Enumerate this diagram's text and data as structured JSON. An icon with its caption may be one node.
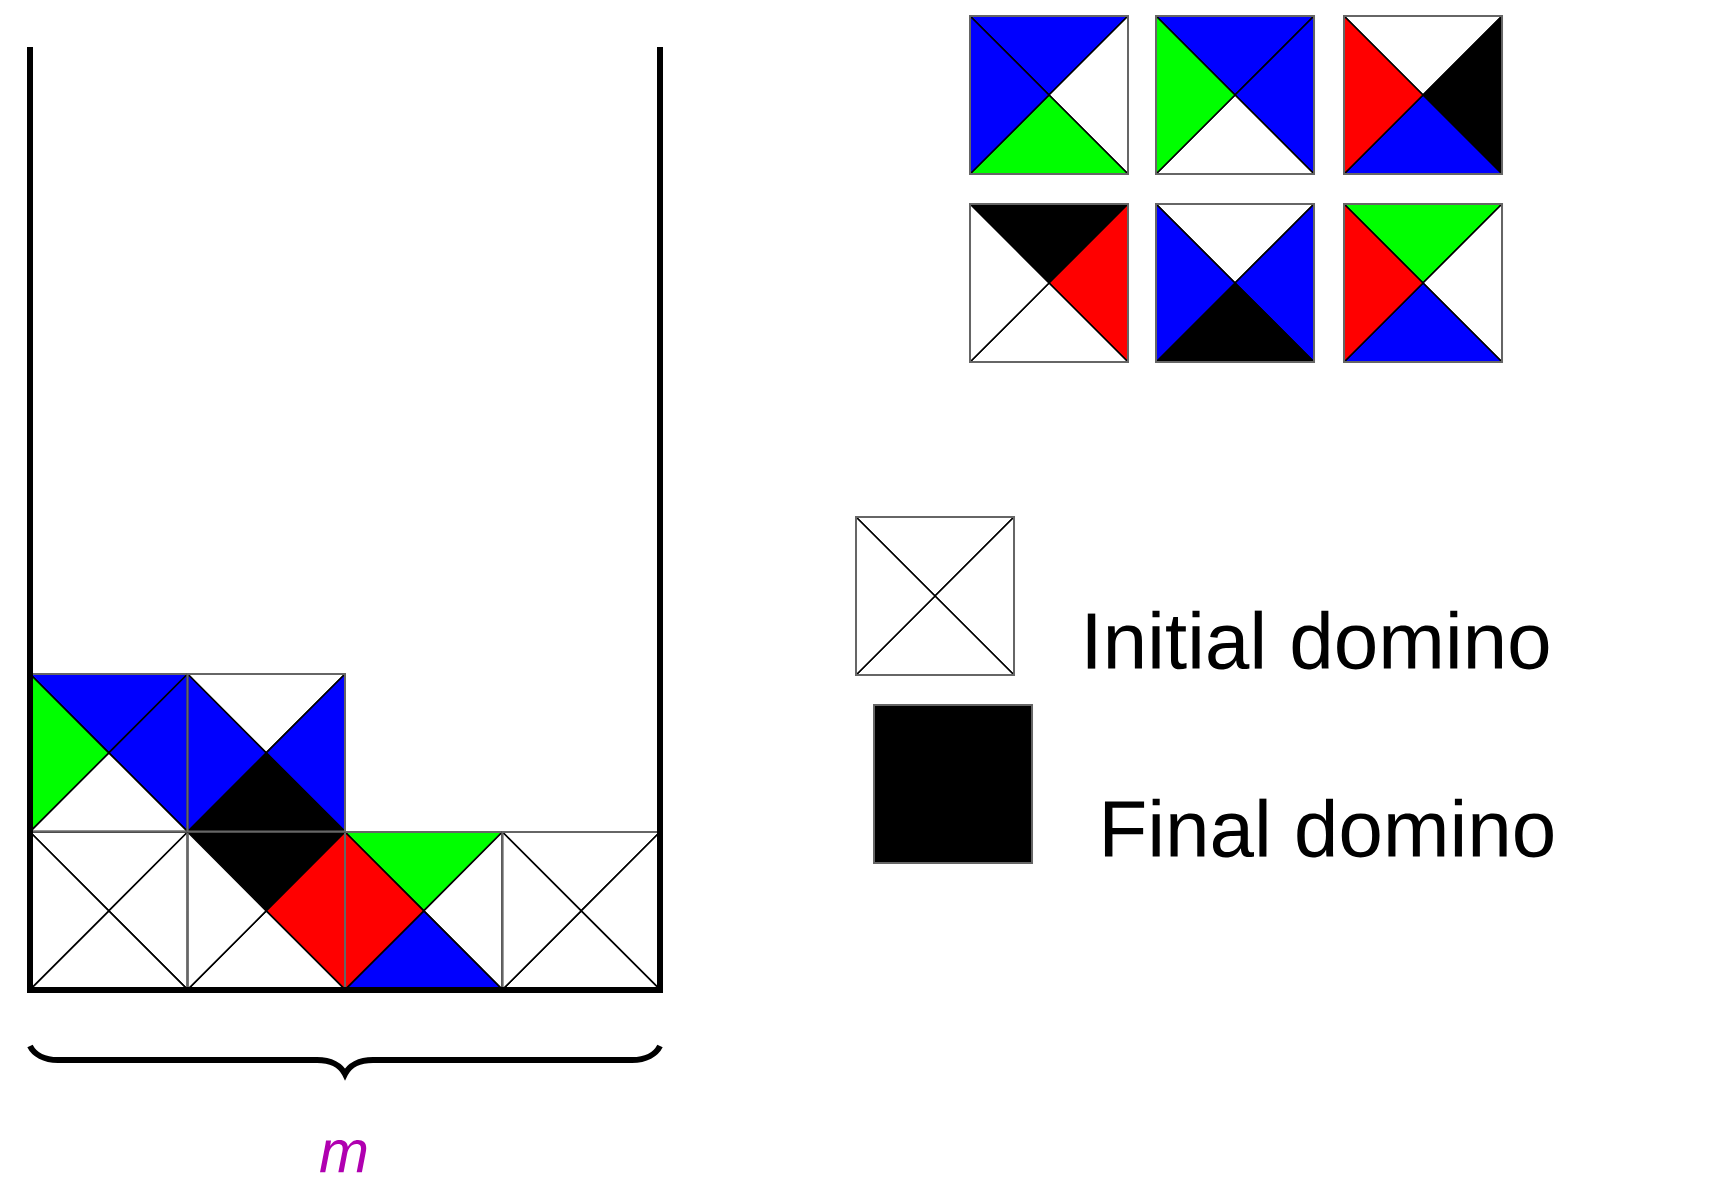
{
  "diagram": {
    "labels": [
      "m"
    ],
    "legend": [
      {
        "text": "Initial domino"
      },
      {
        "text": "Final domino",
        "color": "#000000"
      }
    ]
  }
}
